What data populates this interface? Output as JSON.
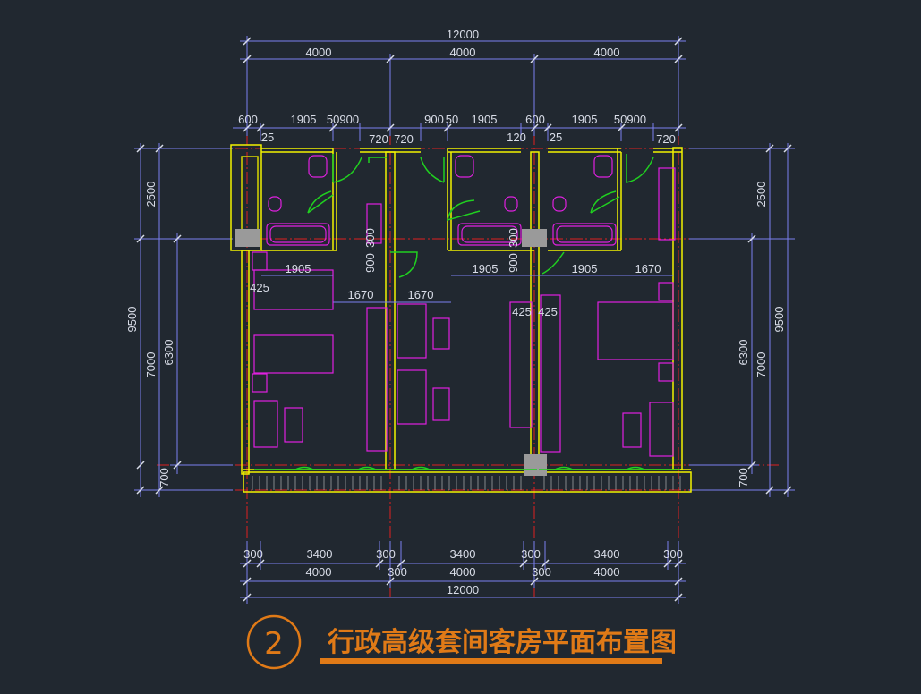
{
  "dims_top": {
    "overall": "12000",
    "bays": [
      "4000",
      "4000",
      "4000"
    ],
    "details": [
      "600",
      "1905",
      "50900",
      "900",
      "50",
      "1905",
      "600",
      "1905",
      "50900"
    ],
    "small": [
      "25",
      "720",
      "720",
      "120",
      "25",
      "720"
    ]
  },
  "dims_bottom": {
    "walls": [
      "300",
      "3400",
      "300",
      "3400",
      "300",
      "3400",
      "300"
    ],
    "mid_walls": [
      "300",
      "300"
    ],
    "bays": [
      "4000",
      "4000",
      "4000"
    ],
    "overall": "12000"
  },
  "dims_left": {
    "outer": "9500",
    "inner_a": "7000",
    "inner_b": "6300",
    "top": "2500",
    "bottom": "700"
  },
  "dims_right": {
    "outer": "9500",
    "inner_a": "7000",
    "inner_b": "6300",
    "top": "2500",
    "bottom": "700"
  },
  "interior_dims": [
    "1905",
    "1670",
    "1670",
    "1905",
    "1905",
    "1670",
    "900",
    "300",
    "900",
    "300",
    "425",
    "425",
    "425"
  ],
  "title": {
    "number": "2",
    "text": "行政高级套间客房平面布置图"
  },
  "colors": {
    "background": "#212830",
    "dimension": "#7b7ff0",
    "axis": "#e02020",
    "wall": "#f2f200",
    "furniture": "#e020e0",
    "door": "#20d020",
    "title": "#e07a17"
  }
}
